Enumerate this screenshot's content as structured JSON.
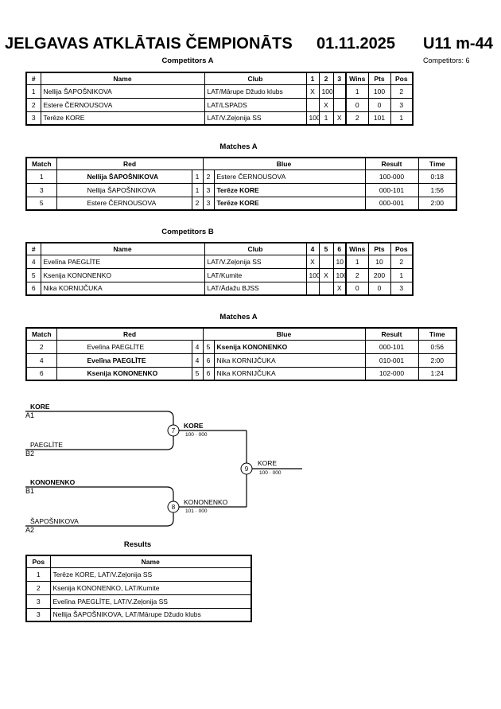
{
  "header": {
    "title": "JELGAVAS ATKLĀTAIS ČEMPIONĀTS",
    "date": "01.11.2025",
    "category": "U11 m-44",
    "competitors_count": "Competitors: 6"
  },
  "pool_a": {
    "heading": "Competitors A",
    "columns": [
      "#",
      "Name",
      "Club",
      "1",
      "2",
      "3",
      "Wins",
      "Pts",
      "Pos"
    ],
    "rows": [
      {
        "num": "1",
        "name": "Nellija ŠAPOŠNIKOVA",
        "club": "LAT/Mārupe Džudo klubs",
        "r1": "X",
        "r2": "100",
        "r3": "",
        "wins": "1",
        "pts": "100",
        "pos": "2"
      },
      {
        "num": "2",
        "name": "Estere ČERNOUSOVA",
        "club": "LAT/LSPADS",
        "r1": "",
        "r2": "X",
        "r3": "",
        "wins": "0",
        "pts": "0",
        "pos": "3"
      },
      {
        "num": "3",
        "name": "Terēze KORE",
        "club": "LAT/V.Zeļonija SS",
        "r1": "100",
        "r2": "1",
        "r3": "X",
        "wins": "2",
        "pts": "101",
        "pos": "1"
      }
    ]
  },
  "matches_a": {
    "heading": "Matches A",
    "columns": [
      "Match",
      "Red",
      "Blue",
      "Result",
      "Time"
    ],
    "rows": [
      {
        "match": "1",
        "red": "Nellija ŠAPOŠNIKOVA",
        "red_bold": true,
        "rn": "1",
        "bn": "2",
        "blue": "Estere ČERNOUSOVA",
        "blue_bold": false,
        "result": "100-000",
        "time": "0:18"
      },
      {
        "match": "3",
        "red": "Nellija ŠAPOŠNIKOVA",
        "red_bold": false,
        "rn": "1",
        "bn": "3",
        "blue": "Terēze KORE",
        "blue_bold": true,
        "result": "000-101",
        "time": "1:56"
      },
      {
        "match": "5",
        "red": "Estere ČERNOUSOVA",
        "red_bold": false,
        "rn": "2",
        "bn": "3",
        "blue": "Terēze KORE",
        "blue_bold": true,
        "result": "000-001",
        "time": "2:00"
      }
    ]
  },
  "pool_b": {
    "heading": "Competitors B",
    "columns": [
      "#",
      "Name",
      "Club",
      "4",
      "5",
      "6",
      "Wins",
      "Pts",
      "Pos"
    ],
    "rows": [
      {
        "num": "4",
        "name": "Evelīna PAEGLĪTE",
        "club": "LAT/V.Zeļonija SS",
        "r1": "X",
        "r2": "",
        "r3": "10",
        "wins": "1",
        "pts": "10",
        "pos": "2"
      },
      {
        "num": "5",
        "name": "Ksenija KONONENKO",
        "club": "LAT/Kumite",
        "r1": "100",
        "r2": "X",
        "r3": "100",
        "wins": "2",
        "pts": "200",
        "pos": "1"
      },
      {
        "num": "6",
        "name": "Nika KORNIJČUKA",
        "club": "LAT/Ādažu BJSS",
        "r1": "",
        "r2": "",
        "r3": "X",
        "wins": "0",
        "pts": "0",
        "pos": "3"
      }
    ]
  },
  "matches_b": {
    "heading": "Matches A",
    "columns": [
      "Match",
      "Red",
      "Blue",
      "Result",
      "Time"
    ],
    "rows": [
      {
        "match": "2",
        "red": "Evelīna PAEGLĪTE",
        "red_bold": false,
        "rn": "4",
        "bn": "5",
        "blue": "Ksenija KONONENKO",
        "blue_bold": true,
        "result": "000-101",
        "time": "0:56"
      },
      {
        "match": "4",
        "red": "Evelīna PAEGLĪTE",
        "red_bold": true,
        "rn": "4",
        "bn": "6",
        "blue": "Nika KORNIJČUKA",
        "blue_bold": false,
        "result": "010-001",
        "time": "2:00"
      },
      {
        "match": "6",
        "red": "Ksenija KONONENKO",
        "red_bold": true,
        "rn": "5",
        "bn": "6",
        "blue": "Nika KORNIJČUKA",
        "blue_bold": false,
        "result": "102-000",
        "time": "1:24"
      }
    ]
  },
  "bracket": {
    "semi1": {
      "top_name": "KORE",
      "top_seed": "A1",
      "bottom_name": "PAEGLĪTE",
      "bottom_seed": "B2",
      "match_no": "7",
      "winner": "KORE",
      "score": "100 · 000"
    },
    "semi2": {
      "top_name": "KONONENKO",
      "top_seed": "B1",
      "bottom_name": "ŠAPOŠNIKOVA",
      "bottom_seed": "A2",
      "match_no": "8",
      "winner": "KONONENKO",
      "score": "101 · 000"
    },
    "final": {
      "match_no": "9",
      "winner": "KORE",
      "score": "100 · 000"
    }
  },
  "results": {
    "heading": "Results",
    "columns": [
      "Pos",
      "Name"
    ],
    "rows": [
      {
        "pos": "1",
        "name": "Terēze KORE, LAT/V.Zeļonija SS"
      },
      {
        "pos": "2",
        "name": "Ksenija KONONENKO, LAT/Kumite"
      },
      {
        "pos": "3",
        "name": "Evelīna PAEGLĪTE, LAT/V.Zeļonija SS"
      },
      {
        "pos": "3",
        "name": "Nellija ŠAPOŠNIKOVA, LAT/Mārupe Džudo klubs"
      }
    ]
  }
}
